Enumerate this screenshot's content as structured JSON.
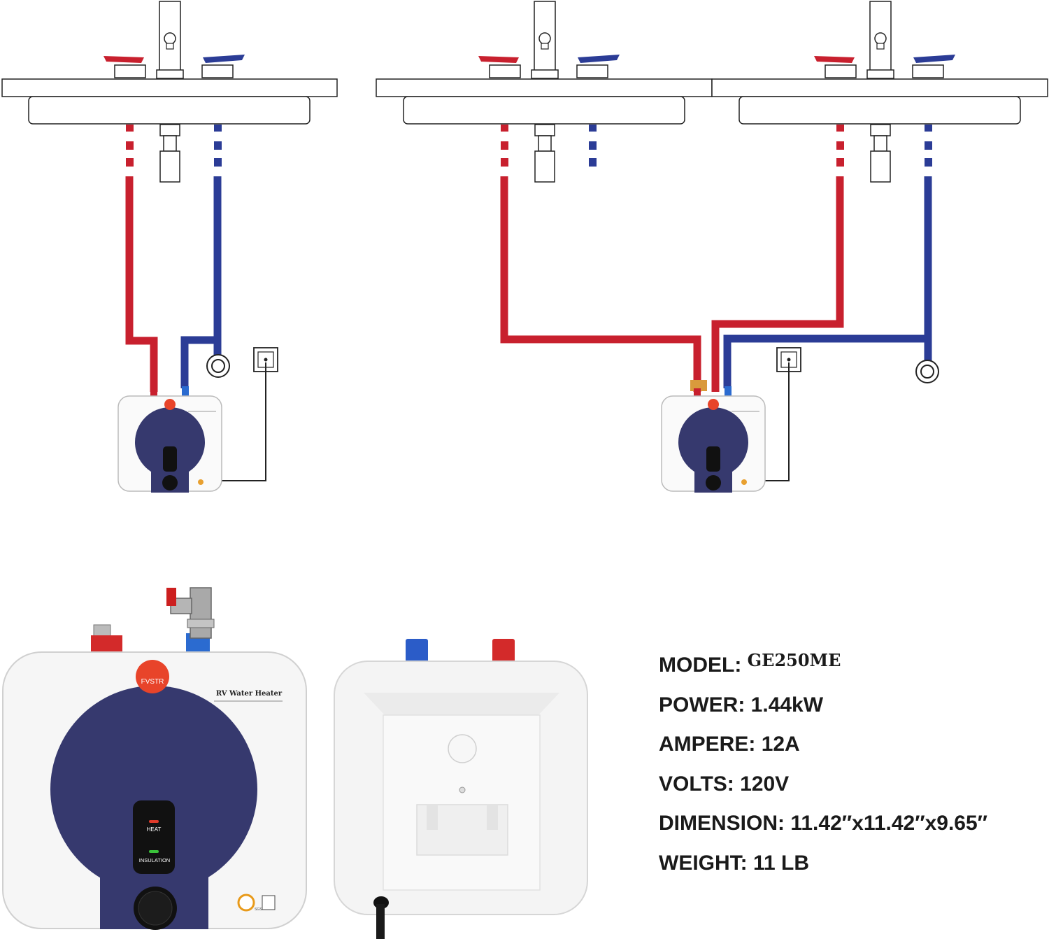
{
  "colors": {
    "hot": "#c8202e",
    "cold": "#2b3c96",
    "heater_blue": "#36396e",
    "outline": "#222222",
    "text": "#1a1a1a"
  },
  "heater": {
    "brand": "FVSTR",
    "product_label": "RV Water Heater",
    "indicator_heat": "HEAT",
    "indicator_insulation": "INSULATION",
    "cert_badge": "SGS"
  },
  "icons": [
    "faucet-icon",
    "power-outlet-icon",
    "valve-icon",
    "power-cord-icon"
  ],
  "specs": [
    {
      "label": "MODEL:",
      "value": "GE250ME"
    },
    {
      "label": "POWER:",
      "value": "1.44kW"
    },
    {
      "label": "AMPERE:",
      "value": "12A"
    },
    {
      "label": "VOLTS:",
      "value": "120V"
    },
    {
      "label": "DIMENSION:",
      "value": "11.42″x11.42″x9.65″"
    },
    {
      "label": "WEIGHT:",
      "value": "11 LB"
    }
  ]
}
